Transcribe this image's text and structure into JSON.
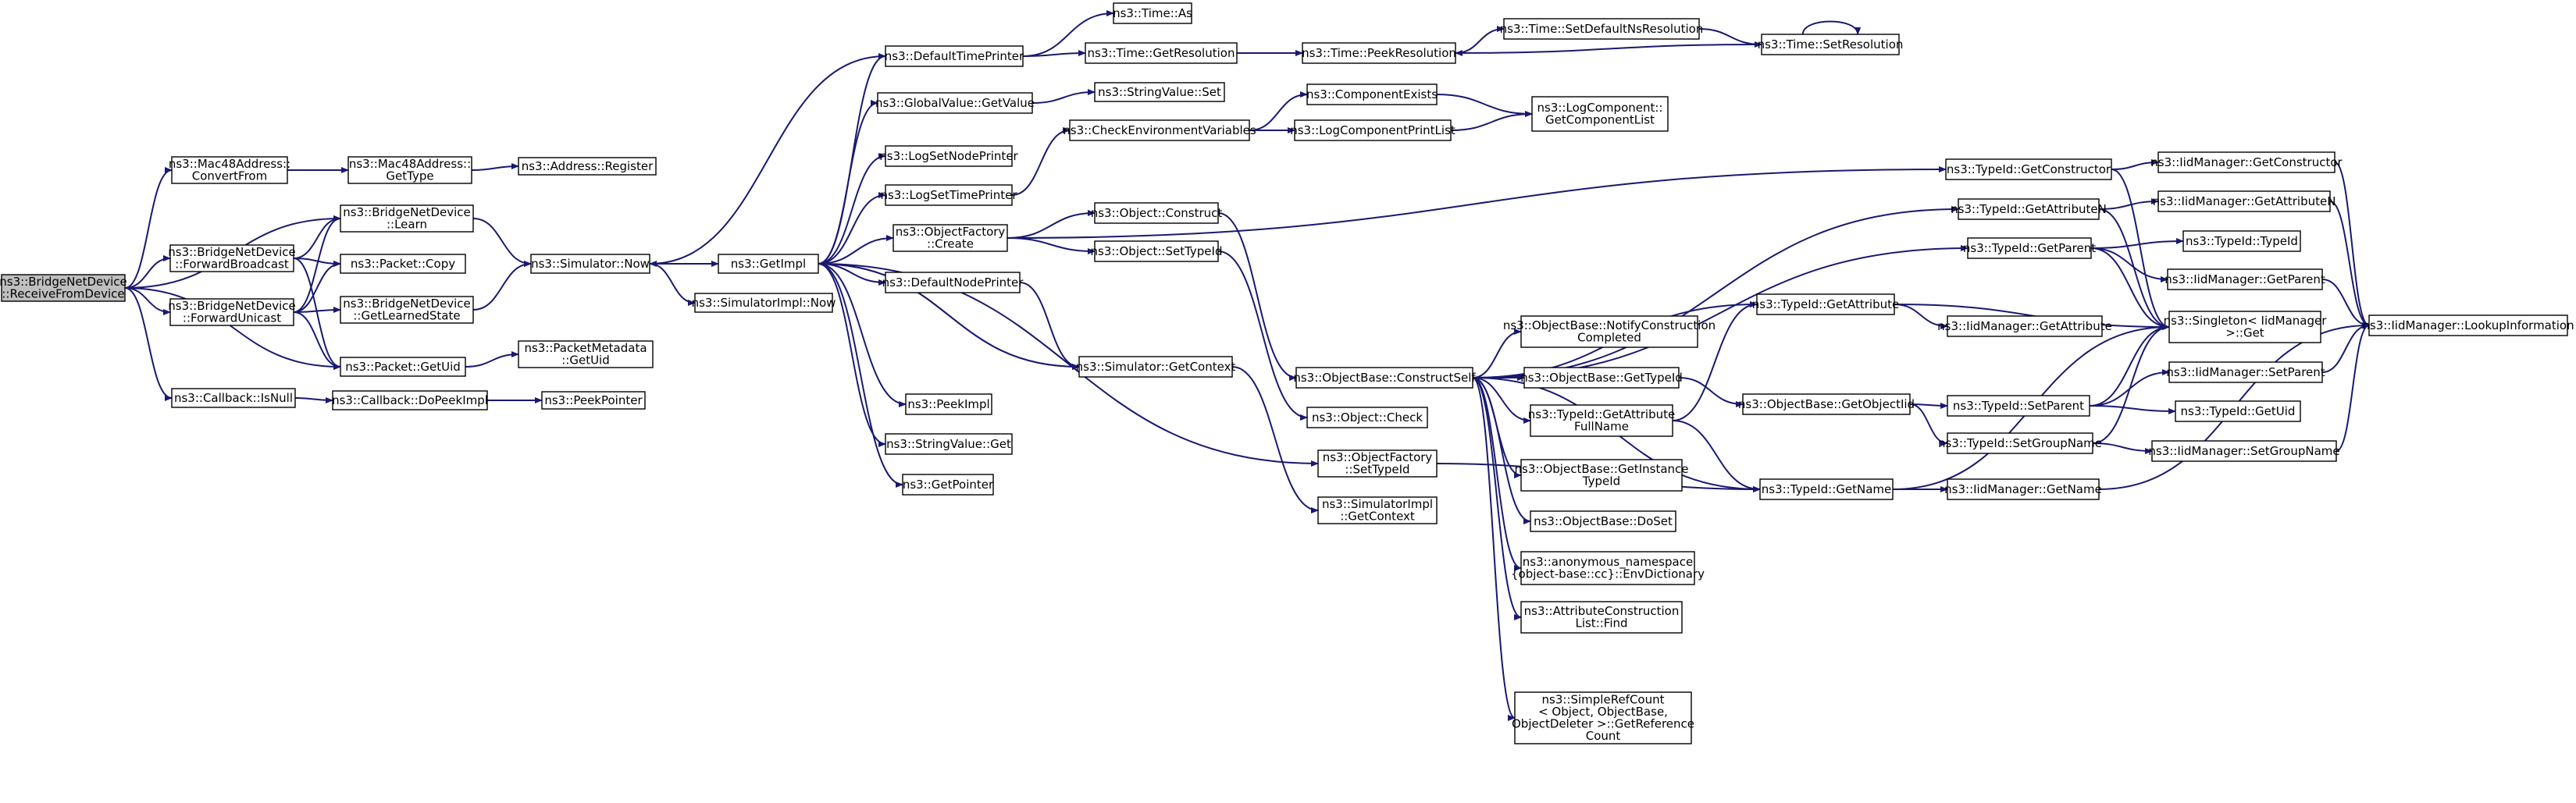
{
  "colors": {
    "edge": "#191970",
    "node_border": "#000000",
    "root_fill": "#bfbfbf",
    "background": "#ffffff"
  },
  "nodes": [
    {
      "id": "n0",
      "lines": [
        "ns3::BridgeNetDevice",
        "::ReceiveFromDevice"
      ],
      "root": true
    },
    {
      "id": "n1",
      "lines": [
        "ns3::Mac48Address::",
        "ConvertFrom"
      ]
    },
    {
      "id": "n2",
      "lines": [
        "ns3::BridgeNetDevice",
        "::Learn"
      ]
    },
    {
      "id": "n3",
      "lines": [
        "ns3::BridgeNetDevice",
        "::ForwardBroadcast"
      ]
    },
    {
      "id": "n4",
      "lines": [
        "ns3::BridgeNetDevice",
        "::ForwardUnicast"
      ]
    },
    {
      "id": "n5",
      "lines": [
        "ns3::Packet::GetUid"
      ]
    },
    {
      "id": "n6",
      "lines": [
        "ns3::Callback::IsNull"
      ]
    },
    {
      "id": "n7",
      "lines": [
        "ns3::Mac48Address::",
        "GetType"
      ]
    },
    {
      "id": "n8",
      "lines": [
        "ns3::Address::Register"
      ]
    },
    {
      "id": "n9",
      "lines": [
        "ns3::Packet::Copy"
      ]
    },
    {
      "id": "n10",
      "lines": [
        "ns3::BridgeNetDevice",
        "::GetLearnedState"
      ]
    },
    {
      "id": "n11",
      "lines": [
        "ns3::PacketMetadata",
        "::GetUid"
      ]
    },
    {
      "id": "n12",
      "lines": [
        "ns3::Callback::DoPeekImpl"
      ]
    },
    {
      "id": "n13",
      "lines": [
        "ns3::PeekPointer"
      ]
    },
    {
      "id": "n14",
      "lines": [
        "ns3::Simulator::Now"
      ]
    },
    {
      "id": "n15",
      "lines": [
        "ns3::GetImpl"
      ]
    },
    {
      "id": "n16",
      "lines": [
        "ns3::SimulatorImpl::Now"
      ]
    },
    {
      "id": "n17",
      "lines": [
        "ns3::DefaultTimePrinter"
      ]
    },
    {
      "id": "n18",
      "lines": [
        "ns3::GlobalValue::GetValue"
      ]
    },
    {
      "id": "n19",
      "lines": [
        "ns3::LogSetNodePrinter"
      ]
    },
    {
      "id": "n20",
      "lines": [
        "ns3::LogSetTimePrinter"
      ]
    },
    {
      "id": "n21",
      "lines": [
        "ns3::ObjectFactory",
        "::Create"
      ]
    },
    {
      "id": "n22",
      "lines": [
        "ns3::DefaultNodePrinter"
      ]
    },
    {
      "id": "n23",
      "lines": [
        "ns3::Simulator::GetContext"
      ]
    },
    {
      "id": "n24",
      "lines": [
        "ns3::PeekImpl"
      ]
    },
    {
      "id": "n25",
      "lines": [
        "ns3::StringValue::Get"
      ]
    },
    {
      "id": "n26",
      "lines": [
        "ns3::GetPointer"
      ]
    },
    {
      "id": "n27",
      "lines": [
        "ns3::Time::As"
      ]
    },
    {
      "id": "n28",
      "lines": [
        "ns3::Time::GetResolution"
      ]
    },
    {
      "id": "n29",
      "lines": [
        "ns3::StringValue::Set"
      ]
    },
    {
      "id": "n30",
      "lines": [
        "ns3::CheckEnvironmentVariables"
      ]
    },
    {
      "id": "n31",
      "lines": [
        "ns3::Object::Construct"
      ]
    },
    {
      "id": "n32",
      "lines": [
        "ns3::Object::SetTypeId"
      ]
    },
    {
      "id": "n33",
      "lines": [
        "ns3::ObjectFactory",
        "::SetTypeId"
      ]
    },
    {
      "id": "n34",
      "lines": [
        "ns3::SimulatorImpl",
        "::GetContext"
      ]
    },
    {
      "id": "n35",
      "lines": [
        "ns3::Time::PeekResolution"
      ]
    },
    {
      "id": "n36",
      "lines": [
        "ns3::Time::SetDefaultNsResolution"
      ]
    },
    {
      "id": "n37",
      "lines": [
        "ns3::Time::SetResolution"
      ]
    },
    {
      "id": "n38",
      "lines": [
        "ns3::ComponentExists"
      ]
    },
    {
      "id": "n39",
      "lines": [
        "ns3::LogComponentPrintList"
      ]
    },
    {
      "id": "n40",
      "lines": [
        "ns3::LogComponent::",
        "GetComponentList"
      ]
    },
    {
      "id": "n41",
      "lines": [
        "ns3::ObjectBase::ConstructSelf"
      ]
    },
    {
      "id": "n42",
      "lines": [
        "ns3::Object::Check"
      ]
    },
    {
      "id": "n43",
      "lines": [
        "ns3::ObjectBase::NotifyConstruction",
        "Completed"
      ]
    },
    {
      "id": "n44",
      "lines": [
        "ns3::ObjectBase::GetTypeId"
      ]
    },
    {
      "id": "n45",
      "lines": [
        "ns3::TypeId::GetAttribute",
        "FullName"
      ]
    },
    {
      "id": "n46",
      "lines": [
        "ns3::ObjectBase::GetInstance",
        "TypeId"
      ]
    },
    {
      "id": "n47",
      "lines": [
        "ns3::ObjectBase::DoSet"
      ]
    },
    {
      "id": "n48",
      "lines": [
        "ns3::anonymous_namespace",
        "{object-base::cc}::EnvDictionary"
      ]
    },
    {
      "id": "n49",
      "lines": [
        "ns3::AttributeConstruction",
        "List::Find"
      ]
    },
    {
      "id": "n50",
      "lines": [
        "ns3::SimpleRefCount",
        "< Object, ObjectBase,",
        "ObjectDeleter >::GetReference",
        "Count"
      ]
    },
    {
      "id": "n51",
      "lines": [
        "ns3::TypeId::GetConstructor"
      ]
    },
    {
      "id": "n52",
      "lines": [
        "ns3::TypeId::GetAttributeN"
      ]
    },
    {
      "id": "n53",
      "lines": [
        "ns3::TypeId::GetParent"
      ]
    },
    {
      "id": "n54",
      "lines": [
        "ns3::TypeId::GetAttribute"
      ]
    },
    {
      "id": "n55",
      "lines": [
        "ns3::ObjectBase::GetObjectIid"
      ]
    },
    {
      "id": "n56",
      "lines": [
        "ns3::TypeId::GetName"
      ]
    },
    {
      "id": "n57",
      "lines": [
        "ns3::IidManager::GetConstructor"
      ]
    },
    {
      "id": "n58",
      "lines": [
        "ns3::IidManager::GetAttributeN"
      ]
    },
    {
      "id": "n59",
      "lines": [
        "ns3::TypeId::TypeId"
      ]
    },
    {
      "id": "n60",
      "lines": [
        "ns3::IidManager::GetParent"
      ]
    },
    {
      "id": "n61",
      "lines": [
        "ns3::Singleton< IidManager",
        ">::Get"
      ]
    },
    {
      "id": "n62",
      "lines": [
        "ns3::IidManager::GetAttribute"
      ]
    },
    {
      "id": "n63",
      "lines": [
        "ns3::TypeId::SetParent"
      ]
    },
    {
      "id": "n64",
      "lines": [
        "ns3::TypeId::SetGroupName"
      ]
    },
    {
      "id": "n65",
      "lines": [
        "ns3::IidManager::GetName"
      ]
    },
    {
      "id": "n66",
      "lines": [
        "ns3::IidManager::SetParent"
      ]
    },
    {
      "id": "n67",
      "lines": [
        "ns3::TypeId::GetUid"
      ]
    },
    {
      "id": "n68",
      "lines": [
        "ns3::IidManager::SetGroupName"
      ]
    },
    {
      "id": "n69",
      "lines": [
        "ns3::IidManager::LookupInformation"
      ]
    }
  ],
  "edges": [
    [
      "n0",
      "n1"
    ],
    [
      "n0",
      "n2"
    ],
    [
      "n0",
      "n3"
    ],
    [
      "n0",
      "n4"
    ],
    [
      "n0",
      "n5"
    ],
    [
      "n0",
      "n6"
    ],
    [
      "n1",
      "n7"
    ],
    [
      "n7",
      "n8"
    ],
    [
      "n2",
      "n14"
    ],
    [
      "n3",
      "n2"
    ],
    [
      "n3",
      "n9"
    ],
    [
      "n3",
      "n5"
    ],
    [
      "n4",
      "n2"
    ],
    [
      "n4",
      "n9"
    ],
    [
      "n4",
      "n10"
    ],
    [
      "n4",
      "n5"
    ],
    [
      "n10",
      "n14"
    ],
    [
      "n5",
      "n11"
    ],
    [
      "n6",
      "n12"
    ],
    [
      "n12",
      "n13"
    ],
    [
      "n14",
      "n15"
    ],
    [
      "n14",
      "n16"
    ],
    [
      "n15",
      "n17"
    ],
    [
      "n15",
      "n18"
    ],
    [
      "n15",
      "n19"
    ],
    [
      "n15",
      "n20"
    ],
    [
      "n15",
      "n21"
    ],
    [
      "n15",
      "n22"
    ],
    [
      "n15",
      "n23"
    ],
    [
      "n15",
      "n24"
    ],
    [
      "n15",
      "n25"
    ],
    [
      "n15",
      "n26"
    ],
    [
      "n15",
      "n33"
    ],
    [
      "n17",
      "n14"
    ],
    [
      "n17",
      "n27"
    ],
    [
      "n17",
      "n28"
    ],
    [
      "n18",
      "n29"
    ],
    [
      "n20",
      "n30"
    ],
    [
      "n30",
      "n38"
    ],
    [
      "n30",
      "n39"
    ],
    [
      "n38",
      "n40"
    ],
    [
      "n39",
      "n40"
    ],
    [
      "n21",
      "n31"
    ],
    [
      "n21",
      "n32"
    ],
    [
      "n21",
      "n51"
    ],
    [
      "n22",
      "n23"
    ],
    [
      "n23",
      "n15"
    ],
    [
      "n23",
      "n34"
    ],
    [
      "n28",
      "n35"
    ],
    [
      "n35",
      "n36"
    ],
    [
      "n36",
      "n37"
    ],
    [
      "n37",
      "n35"
    ],
    [
      "n37",
      "n37"
    ],
    [
      "n31",
      "n41"
    ],
    [
      "n32",
      "n42"
    ],
    [
      "n33",
      "n56"
    ],
    [
      "n41",
      "n43"
    ],
    [
      "n41",
      "n44"
    ],
    [
      "n41",
      "n45"
    ],
    [
      "n41",
      "n46"
    ],
    [
      "n41",
      "n47"
    ],
    [
      "n41",
      "n48"
    ],
    [
      "n41",
      "n49"
    ],
    [
      "n41",
      "n50"
    ],
    [
      "n41",
      "n52"
    ],
    [
      "n41",
      "n53"
    ],
    [
      "n41",
      "n54"
    ],
    [
      "n41",
      "n56"
    ],
    [
      "n44",
      "n55"
    ],
    [
      "n45",
      "n54"
    ],
    [
      "n45",
      "n56"
    ],
    [
      "n55",
      "n63"
    ],
    [
      "n55",
      "n64"
    ],
    [
      "n51",
      "n57"
    ],
    [
      "n51",
      "n61"
    ],
    [
      "n52",
      "n58"
    ],
    [
      "n52",
      "n61"
    ],
    [
      "n53",
      "n59"
    ],
    [
      "n53",
      "n60"
    ],
    [
      "n53",
      "n61"
    ],
    [
      "n54",
      "n61"
    ],
    [
      "n54",
      "n62"
    ],
    [
      "n56",
      "n61"
    ],
    [
      "n56",
      "n65"
    ],
    [
      "n63",
      "n66"
    ],
    [
      "n63",
      "n67"
    ],
    [
      "n63",
      "n61"
    ],
    [
      "n64",
      "n61"
    ],
    [
      "n64",
      "n68"
    ],
    [
      "n57",
      "n69"
    ],
    [
      "n58",
      "n69"
    ],
    [
      "n60",
      "n69"
    ],
    [
      "n66",
      "n69"
    ],
    [
      "n68",
      "n69"
    ],
    [
      "n65",
      "n69"
    ]
  ]
}
